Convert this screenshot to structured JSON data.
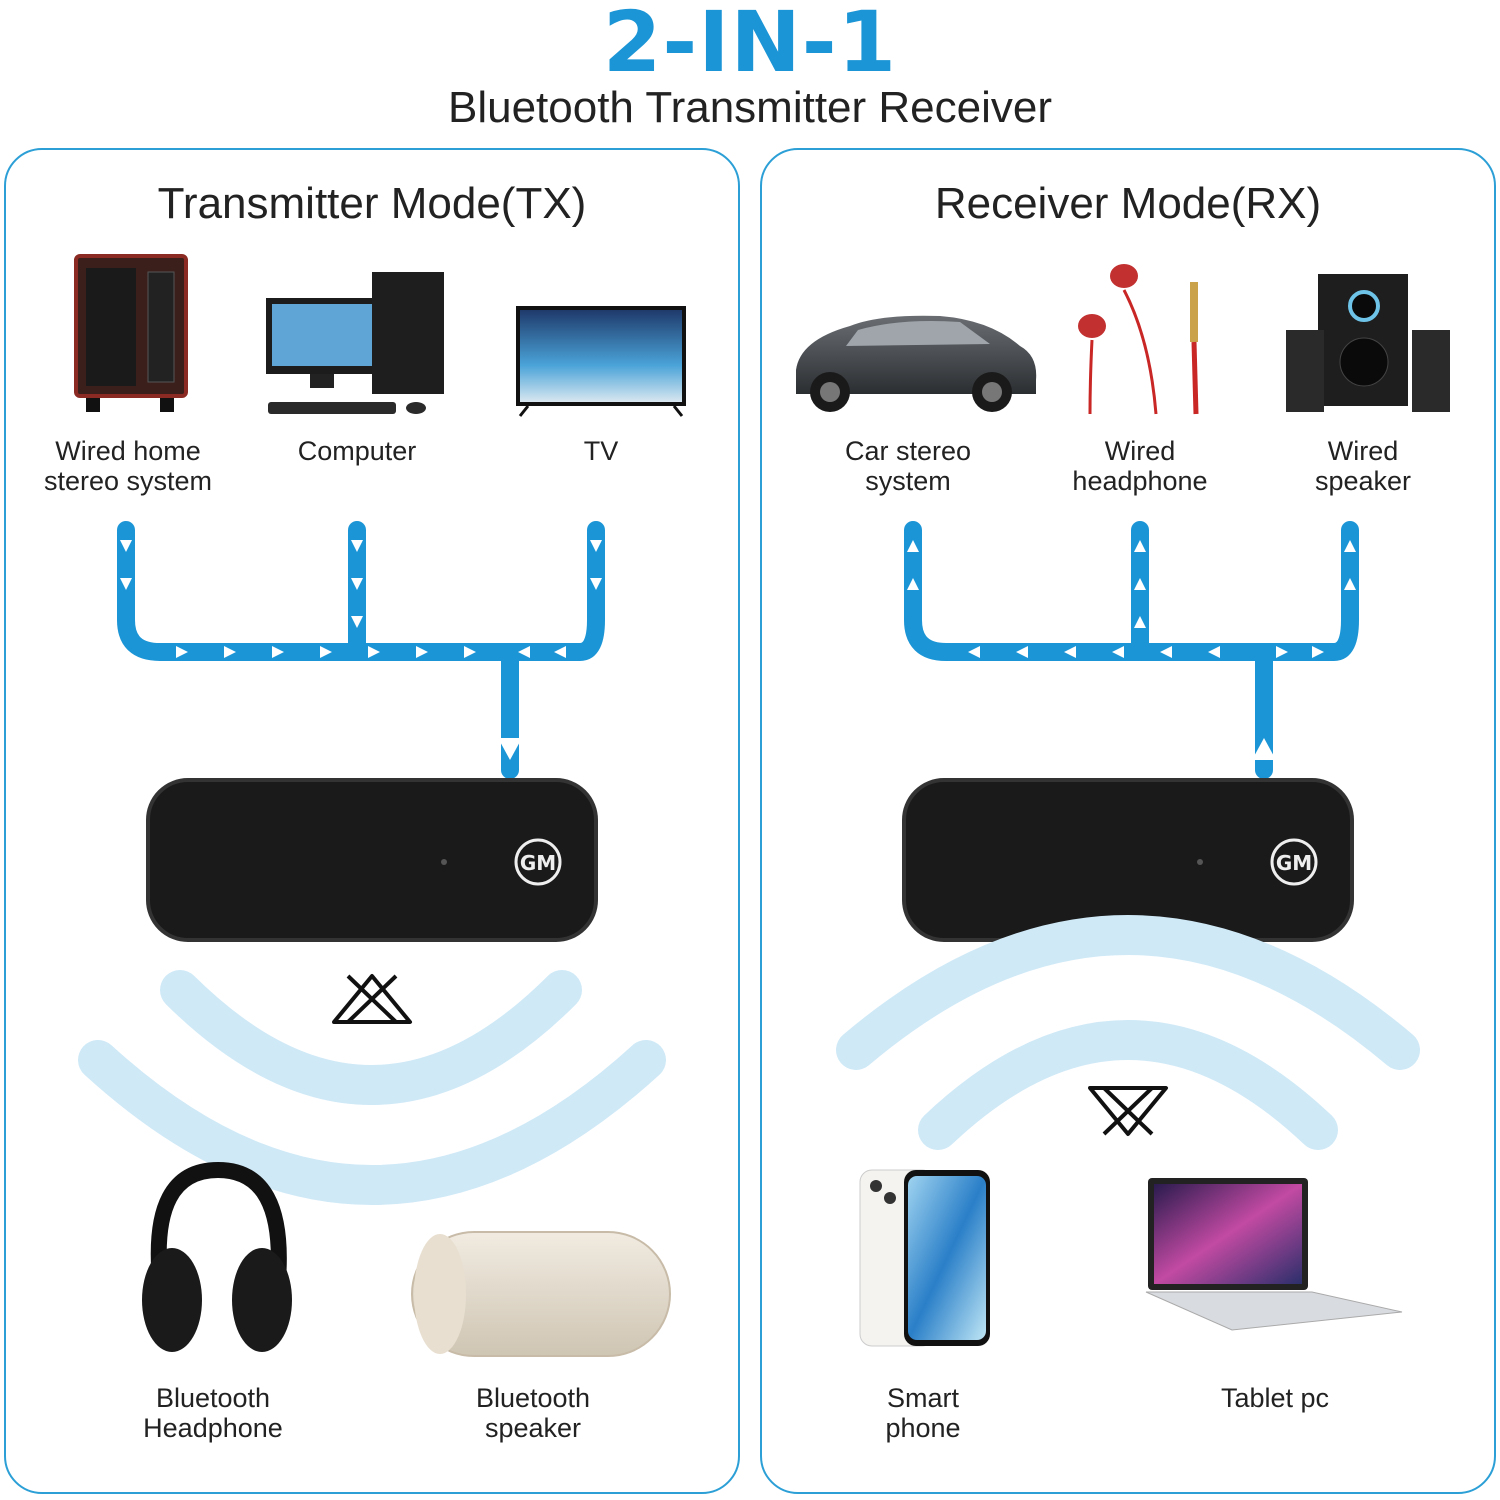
{
  "header": {
    "headline": "2-IN-1",
    "subtitle": "Bluetooth Transmitter Receiver"
  },
  "tx": {
    "title": "Transmitter Mode(TX)",
    "wired_devices": [
      {
        "label": "Wired home\nstereo system",
        "icon": "stereo-speaker-icon"
      },
      {
        "label": "Computer",
        "icon": "desktop-computer-icon"
      },
      {
        "label": "TV",
        "icon": "tv-icon"
      }
    ],
    "bluetooth_devices": [
      {
        "label": "Bluetooth\nHeadphone",
        "icon": "headphone-icon"
      },
      {
        "label": "Bluetooth\nspeaker",
        "icon": "bluetooth-speaker-icon"
      }
    ]
  },
  "rx": {
    "title": "Receiver Mode(RX)",
    "wired_devices": [
      {
        "label": "Car stereo\nsystem",
        "icon": "car-icon"
      },
      {
        "label": "Wired\nheadphone",
        "icon": "earphones-icon"
      },
      {
        "label": "Wired\nspeaker",
        "icon": "speaker-system-icon"
      }
    ],
    "bluetooth_devices": [
      {
        "label": "Smart\nphone",
        "icon": "smartphone-icon"
      },
      {
        "label": "Tablet pc",
        "icon": "laptop-icon"
      }
    ]
  },
  "device_logo": "G M",
  "colors": {
    "accent": "#1b95d6",
    "wave": "#cfe9f7",
    "panel_border": "#2b9fd6",
    "device_body": "#1a1a1a"
  }
}
